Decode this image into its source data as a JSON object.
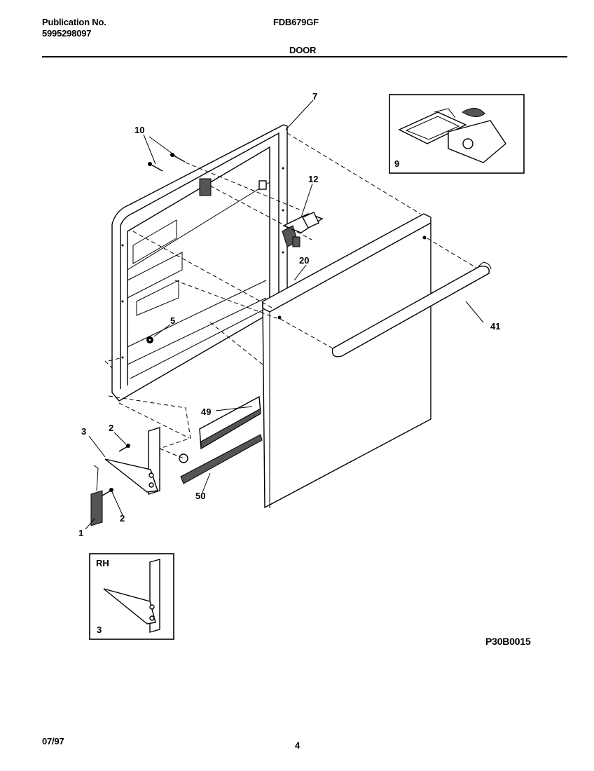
{
  "header": {
    "publication_label": "Publication No.",
    "publication_number": "5995298097",
    "model": "FDB679GF",
    "section": "DOOR"
  },
  "callouts": [
    "7",
    "10",
    "12",
    "20",
    "41",
    "5",
    "49",
    "3",
    "2",
    "2",
    "1",
    "50",
    "9"
  ],
  "inset_rh": {
    "label": "RH",
    "part": "3"
  },
  "figure_code": "P30B0015",
  "footer": {
    "date": "07/97",
    "page": "4"
  }
}
